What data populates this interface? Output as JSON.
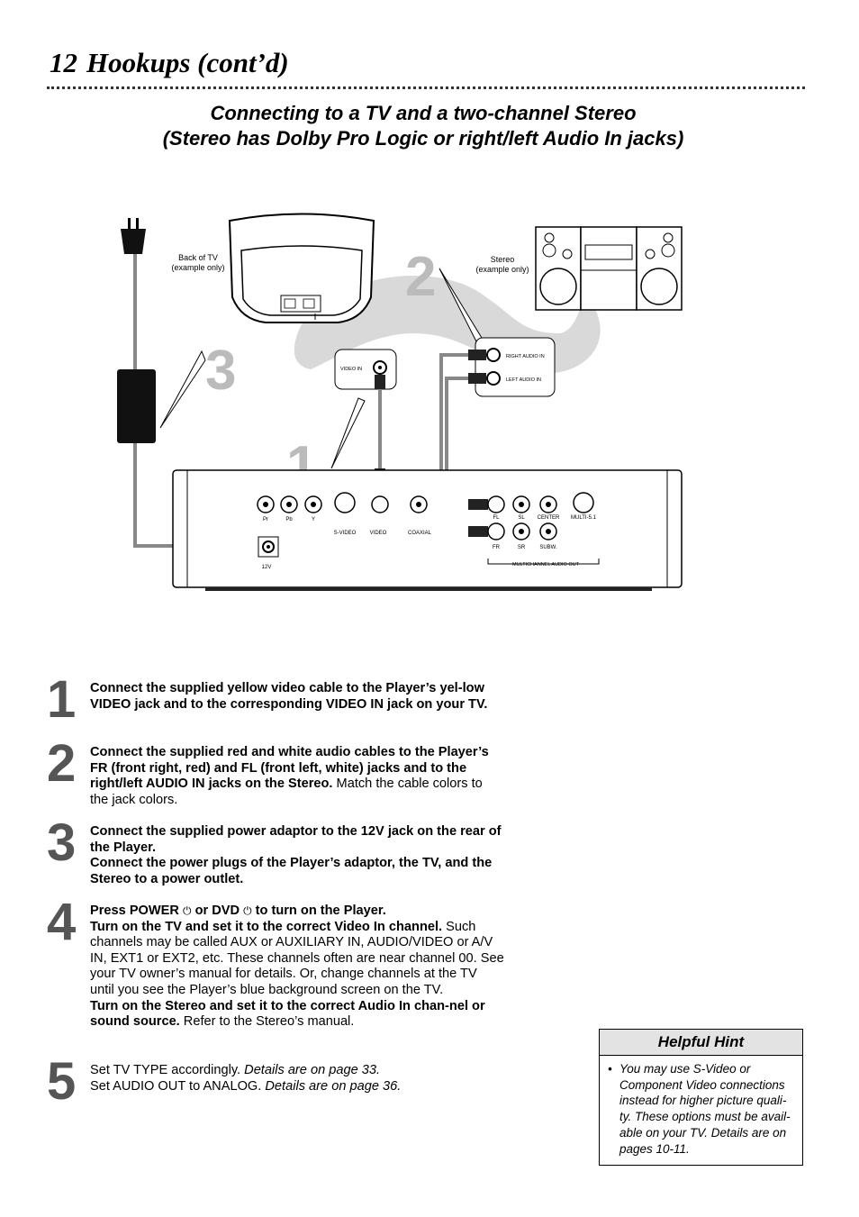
{
  "header": {
    "page_number": "12",
    "title": "Hookups (cont’d)"
  },
  "subtitle": {
    "line1": "Connecting to a TV and a two-channel Stereo",
    "line2": "(Stereo has Dolby Pro Logic or right/left Audio In jacks)"
  },
  "diagram": {
    "tv_label_line1": "Back of TV",
    "tv_label_line2": "(example only)",
    "stereo_label_line1": "Stereo",
    "stereo_label_line2": "(example only)",
    "video_in_label": "VIDEO IN",
    "right_audio_in_label": "RIGHT AUDIO IN",
    "left_audio_in_label": "LEFT AUDIO IN",
    "callout_1": "1",
    "callout_2": "2",
    "callout_3": "3",
    "jack_pr": "Pr",
    "jack_pb": "Pb",
    "jack_y": "Y",
    "jack_svideo": "S-VIDEO",
    "jack_video": "VIDEO",
    "jack_coaxial": "COAXIAL",
    "jack_fl": "FL",
    "jack_sl": "SL",
    "jack_center": "CENTER",
    "jack_multi": "MULTI-5.1",
    "jack_fr": "FR",
    "jack_sr": "SR",
    "jack_subw": "SUBW.",
    "jack_12v": "12V",
    "multichannel_label": "MULTICHANNEL AUDIO OUT"
  },
  "steps": [
    {
      "number": "1",
      "bold1": "Connect the supplied yellow video cable to the Player’s yel-low VIDEO jack and to the corresponding VIDEO IN jack on your TV."
    },
    {
      "number": "2",
      "bold1": "Connect the supplied red and white audio cables to the Player’s FR (front right, red) and FL (front left, white) jacks and to the right/left AUDIO IN jacks on the Stereo.",
      "plain1": " Match the cable colors to the jack colors."
    },
    {
      "number": "3",
      "bold1": "Connect the supplied power adaptor to the 12V jack on the rear of the Player.",
      "bold2": "Connect the power plugs of the Player’s adaptor, the TV, and the Stereo to a power outlet."
    },
    {
      "number": "4",
      "bold1a": "Press POWER ",
      "bold1b": " or DVD ",
      "bold1c": " to turn on the Player.",
      "power_glyph": "⏻",
      "bold2": "Turn on the TV and set it to the correct Video In channel.",
      "plain2": " Such channels may be called AUX or AUXILIARY IN, AUDIO/VIDEO or A/V IN, EXT1 or EXT2, etc. These channels often are near channel 00. See your TV owner’s manual for details. Or, change channels at the TV until you see the Player’s blue background screen on the TV.",
      "bold3": "Turn on the Stereo and set it to the correct Audio In chan-nel or sound source.",
      "plain3": " Refer to the Stereo’s manual."
    },
    {
      "number": "5",
      "plain1": "Set TV TYPE accordingly. ",
      "italic1": "Details are on page 33.",
      "plain2": "Set AUDIO OUT to ANALOG. ",
      "italic2": "Details are on page 36."
    }
  ],
  "hint": {
    "title": "Helpful Hint",
    "bullet": "•",
    "text": "You may use S-Video or Component Video connections instead for higher picture quali-ty. These options must be avail-able on your TV. Details are on pages 10-11."
  }
}
